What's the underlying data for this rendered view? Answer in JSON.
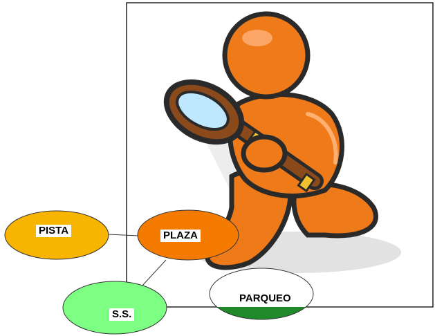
{
  "diagram": {
    "nodes": {
      "pista": {
        "label": "PISTA",
        "color": "#f7b400"
      },
      "plaza": {
        "label": "PLAZA",
        "color": "#f57a00"
      },
      "ss": {
        "label": "S.S.",
        "color": "#7dff84"
      },
      "parqueo": {
        "label": "PARQUEO",
        "color": "#1f8a2a"
      }
    },
    "illustration": {
      "icon": "figure-with-magnifying-glass-icon"
    },
    "colors": {
      "figure_orange": "#ef7a1a",
      "outline": "#2a2a2a",
      "lens": "#bfe8ff",
      "handle": "#8a4a1c",
      "shadow": "#cfcfcf"
    }
  }
}
